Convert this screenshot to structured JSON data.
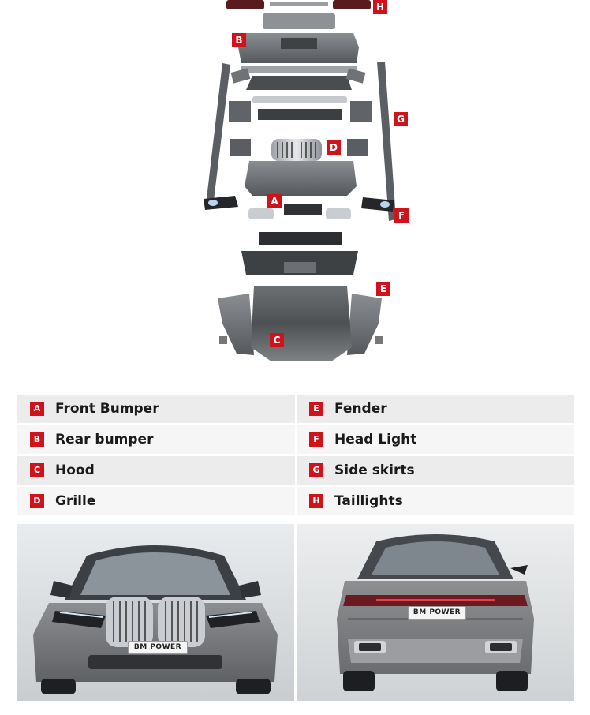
{
  "badges": {
    "A": "A",
    "B": "B",
    "C": "C",
    "D": "D",
    "E": "E",
    "F": "F",
    "G": "G",
    "H": "H"
  },
  "legend": [
    {
      "left": {
        "letter": "A",
        "label": "Front Bumper"
      },
      "right": {
        "letter": "E",
        "label": "Fender"
      }
    },
    {
      "left": {
        "letter": "B",
        "label": "Rear bumper"
      },
      "right": {
        "letter": "F",
        "label": "Head Light"
      }
    },
    {
      "left": {
        "letter": "C",
        "label": "Hood"
      },
      "right": {
        "letter": "G",
        "label": "Side skirts"
      }
    },
    {
      "left": {
        "letter": "D",
        "label": "Grille"
      },
      "right": {
        "letter": "H",
        "label": "Taillights"
      }
    }
  ],
  "photos": {
    "front": {
      "plate_text": "BM POWER"
    },
    "rear": {
      "plate_text": "BM POWER"
    }
  },
  "colors": {
    "badge_red": "#d0121b",
    "body_paint": "#7b7d80",
    "primer_grey": "#5d6063",
    "chrome": "#c9ccd0"
  }
}
